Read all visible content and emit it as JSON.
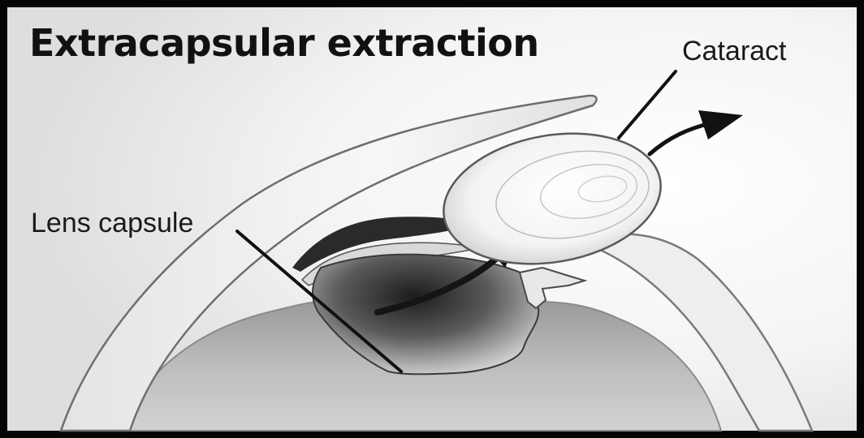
{
  "figure": {
    "title": "Extracapsular extraction",
    "labels": {
      "cataract": "Cataract",
      "lens_capsule": "Lens capsule"
    },
    "palette": {
      "frame": "#050505",
      "background": "#ffffff",
      "ink": "#111111",
      "tissue_light": "#f2f2f2",
      "tissue_mid": "#bdbdbd",
      "tissue_dark": "#2a2a2a"
    }
  }
}
